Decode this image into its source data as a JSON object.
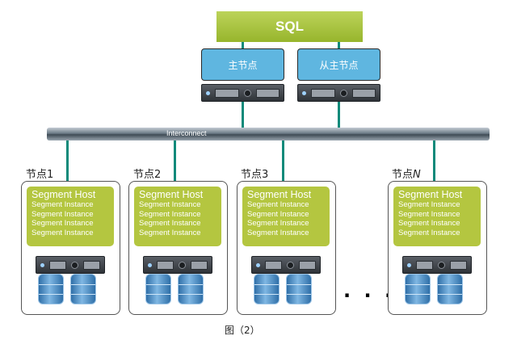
{
  "sql_label": "SQL",
  "master_label": "主节点",
  "standby_label": "从主节点",
  "interconnect_label": "Interconnect",
  "host_title": "Segment Host",
  "instance_label": "Segment Instance",
  "ellipsis": "· · ·",
  "caption": "图（2）",
  "nodes": [
    {
      "label_prefix": "节点",
      "label_suffix": "1"
    },
    {
      "label_prefix": "节点",
      "label_suffix": "2"
    },
    {
      "label_prefix": "节点",
      "label_suffix": "3"
    },
    {
      "label_prefix": "节点",
      "label_suffix": "N"
    }
  ],
  "colors": {
    "sql_box": "#a6c13a",
    "master_box": "#5fb6e0",
    "segment_host": "#b4c640",
    "connector": "#0f8a7a",
    "disk": "#3d7fbf"
  }
}
